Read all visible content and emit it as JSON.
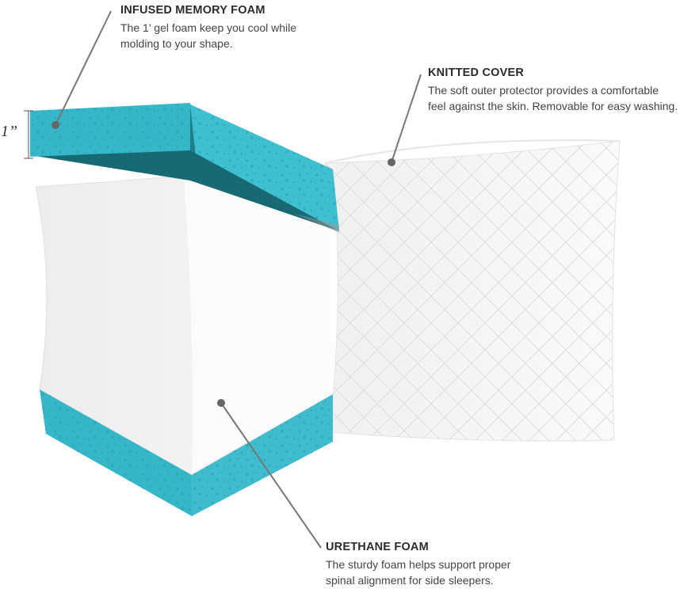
{
  "callouts": {
    "memory_foam": {
      "title": "INFUSED MEMORY FOAM",
      "line1": "The 1’ gel foam keep you cool while",
      "line2": "molding to your shape."
    },
    "knitted_cover": {
      "title": "KNITTED COVER",
      "line1": "The soft outer protector provides a comfortable",
      "line2": "feel against the skin. Removable for easy washing."
    },
    "urethane_foam": {
      "title": "URETHANE FOAM",
      "line1": "The sturdy foam helps support proper",
      "line2": "spinal alignment for side sleepers."
    }
  },
  "dimension": {
    "label": "1”"
  },
  "colors": {
    "gel_teal": "#35b7c9",
    "gel_dark": "#1f7e88",
    "gel_top": "#3fc0d1",
    "foam_white": "#f4f4f4",
    "cover_white": "#f7f7f7",
    "leader_line": "#777777"
  }
}
